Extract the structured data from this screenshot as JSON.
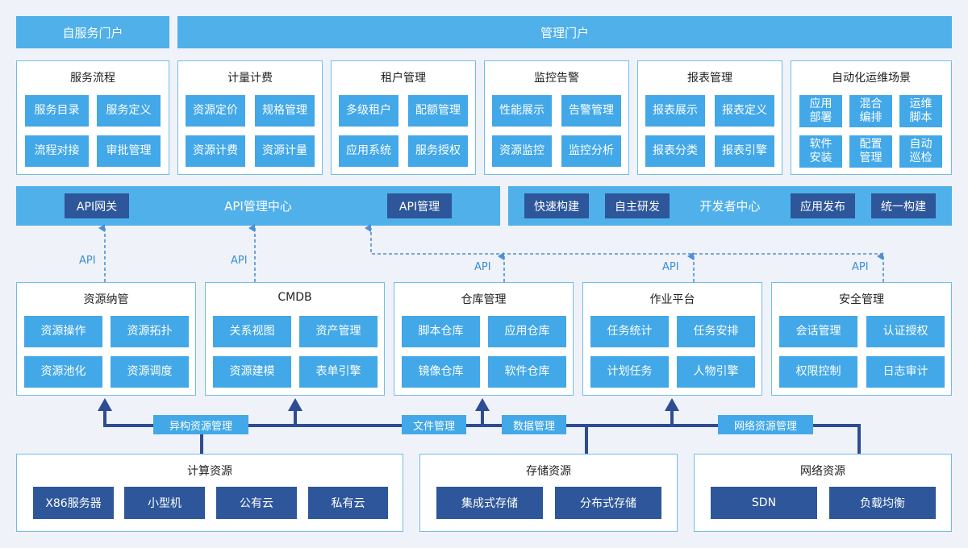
{
  "top_bars": {
    "self_service": "自服务门户",
    "management": "管理门户"
  },
  "portal_panels": [
    {
      "title": "服务流程",
      "items": [
        "服务目录",
        "服务定义",
        "流程对接",
        "审批管理"
      ]
    },
    {
      "title": "计量计费",
      "items": [
        "资源定价",
        "规格管理",
        "资源计费",
        "资源计量"
      ]
    },
    {
      "title": "租户管理",
      "items": [
        "多级租户",
        "配额管理",
        "应用系统",
        "服务授权"
      ]
    },
    {
      "title": "监控告警",
      "items": [
        "性能展示",
        "告警管理",
        "资源监控",
        "监控分析"
      ]
    },
    {
      "title": "报表管理",
      "items": [
        "报表展示",
        "报表定义",
        "报表分类",
        "报表引擎"
      ]
    },
    {
      "title": "自动化运维场景",
      "items": [
        "应用\n部署",
        "混合\n编排",
        "运维\n脚本",
        "软件\n安装",
        "配置\n管理",
        "自动\n巡检"
      ]
    }
  ],
  "api_center": {
    "gateway": "API网关",
    "title": "API管理中心",
    "management": "API管理"
  },
  "dev_center": {
    "quick_build": "快速构建",
    "self_dev": "自主研发",
    "title": "开发者中心",
    "app_release": "应用发布",
    "unified_build": "统一构建"
  },
  "api_label": "API",
  "middle_panels": [
    {
      "title": "资源纳管",
      "items": [
        "资源操作",
        "资源拓扑",
        "资源池化",
        "资源调度"
      ]
    },
    {
      "title": "CMDB",
      "items": [
        "关系视图",
        "资产管理",
        "资源建模",
        "表单引擎"
      ]
    },
    {
      "title": "仓库管理",
      "items": [
        "脚本仓库",
        "应用仓库",
        "镜像仓库",
        "软件仓库"
      ]
    },
    {
      "title": "作业平台",
      "items": [
        "任务统计",
        "任务安排",
        "计划任务",
        "人物引擎"
      ]
    },
    {
      "title": "安全管理",
      "items": [
        "会话管理",
        "认证授权",
        "权限控制",
        "日志审计"
      ]
    }
  ],
  "connector_labels": {
    "hetero": "异构资源管理",
    "file": "文件管理",
    "data": "数据管理",
    "network": "网络资源管理"
  },
  "bottom_panels": {
    "compute": {
      "title": "计算资源",
      "items": [
        "X86服务器",
        "小型机",
        "公有云",
        "私有云"
      ]
    },
    "storage": {
      "title": "存储资源",
      "items": [
        "集成式存储",
        "分布式存储"
      ]
    },
    "network": {
      "title": "网络资源",
      "items": [
        "SDN",
        "负载均衡"
      ]
    }
  },
  "colors": {
    "bar": "#4fb0ea",
    "chip": "#42a8e8",
    "dark_chip": "#2e569a",
    "connector": "#2e4c94",
    "border": "#74bde9",
    "background": "#eff2f8"
  }
}
